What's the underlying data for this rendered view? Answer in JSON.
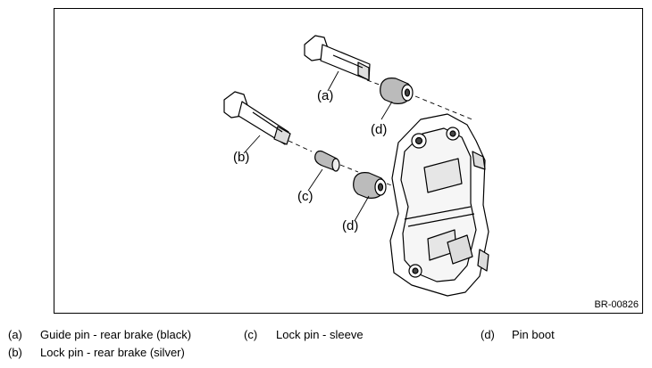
{
  "figure": {
    "id": "BR-00826",
    "callouts": {
      "a": "(a)",
      "b": "(b)",
      "c": "(c)",
      "d1": "(d)",
      "d2": "(d)"
    }
  },
  "legend": [
    {
      "key": "(a)",
      "text": "Guide pin - rear brake (black)"
    },
    {
      "key": "(b)",
      "text": "Lock pin - rear brake (silver)"
    },
    {
      "key": "(c)",
      "text": "Lock pin - sleeve"
    },
    {
      "key": "(d)",
      "text": "Pin boot"
    }
  ]
}
